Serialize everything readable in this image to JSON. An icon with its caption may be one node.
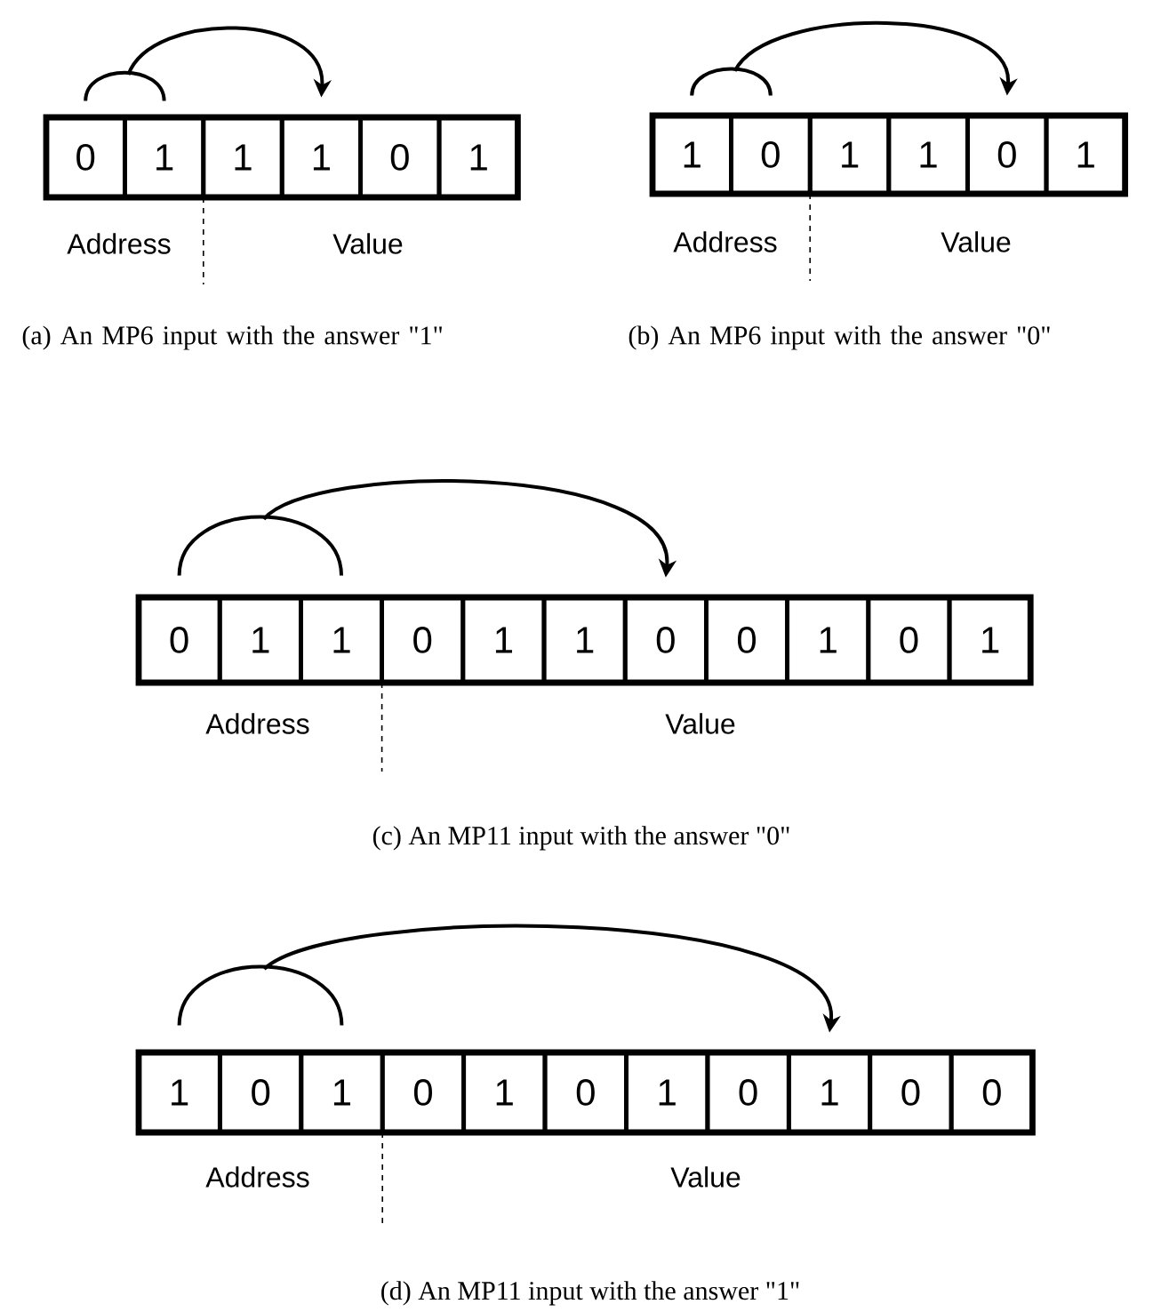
{
  "diagram": {
    "nodes": [
      {
        "text": [
          "0"
        ]
      },
      {
        "text": [
          "1"
        ]
      },
      {
        "text": [
          "1"
        ]
      },
      {
        "text": [
          "1"
        ]
      },
      {
        "text": [
          "0"
        ]
      },
      {
        "text": [
          "1"
        ]
      },
      {
        "text": [
          "1"
        ]
      },
      {
        "text": [
          "0"
        ]
      },
      {
        "text": [
          "1"
        ]
      },
      {
        "text": [
          "1"
        ]
      },
      {
        "text": [
          "0"
        ]
      },
      {
        "text": [
          "1"
        ]
      },
      {
        "text": [
          "0"
        ]
      },
      {
        "text": [
          "1"
        ]
      },
      {
        "text": [
          "1"
        ]
      },
      {
        "text": [
          "0"
        ]
      },
      {
        "text": [
          "1"
        ]
      },
      {
        "text": [
          "1"
        ]
      },
      {
        "text": [
          "0"
        ]
      },
      {
        "text": [
          "0"
        ]
      },
      {
        "text": [
          "1"
        ]
      },
      {
        "text": [
          "0"
        ]
      },
      {
        "text": [
          "1"
        ]
      },
      {
        "text": [
          "1"
        ]
      },
      {
        "text": [
          "0"
        ]
      },
      {
        "text": [
          "1"
        ]
      },
      {
        "text": [
          "0"
        ]
      },
      {
        "text": [
          "1"
        ]
      },
      {
        "text": [
          "0"
        ]
      },
      {
        "text": [
          "1"
        ]
      },
      {
        "text": [
          "0"
        ]
      },
      {
        "text": [
          "1"
        ]
      },
      {
        "text": [
          "0"
        ]
      },
      {
        "text": [
          "0"
        ]
      }
    ],
    "edges": [
      {
        "from": 0,
        "to": 1,
        "arrow": "none"
      },
      {
        "from": null,
        "to": 3,
        "arrow": "to"
      },
      {
        "from": 6,
        "to": 7,
        "arrow": "none"
      },
      {
        "from": null,
        "to": 10,
        "arrow": "to"
      },
      {
        "from": 12,
        "to": 14,
        "arrow": "none"
      },
      {
        "from": null,
        "to": 18,
        "arrow": "to"
      },
      {
        "from": 23,
        "to": 25,
        "arrow": "none"
      },
      {
        "from": null,
        "to": 31,
        "arrow": "to"
      }
    ],
    "labels": [
      "Address",
      "Value",
      "Address",
      "Value",
      "(a) An MP6 input with the answer \"1\"",
      "(b) An MP6 input with the answer \"0\"",
      "Address",
      "Value",
      "(c) An MP11 input with the answer \"0\"",
      "Address",
      "Value",
      "(d) An MP11 input with the answer \"1\""
    ]
  }
}
